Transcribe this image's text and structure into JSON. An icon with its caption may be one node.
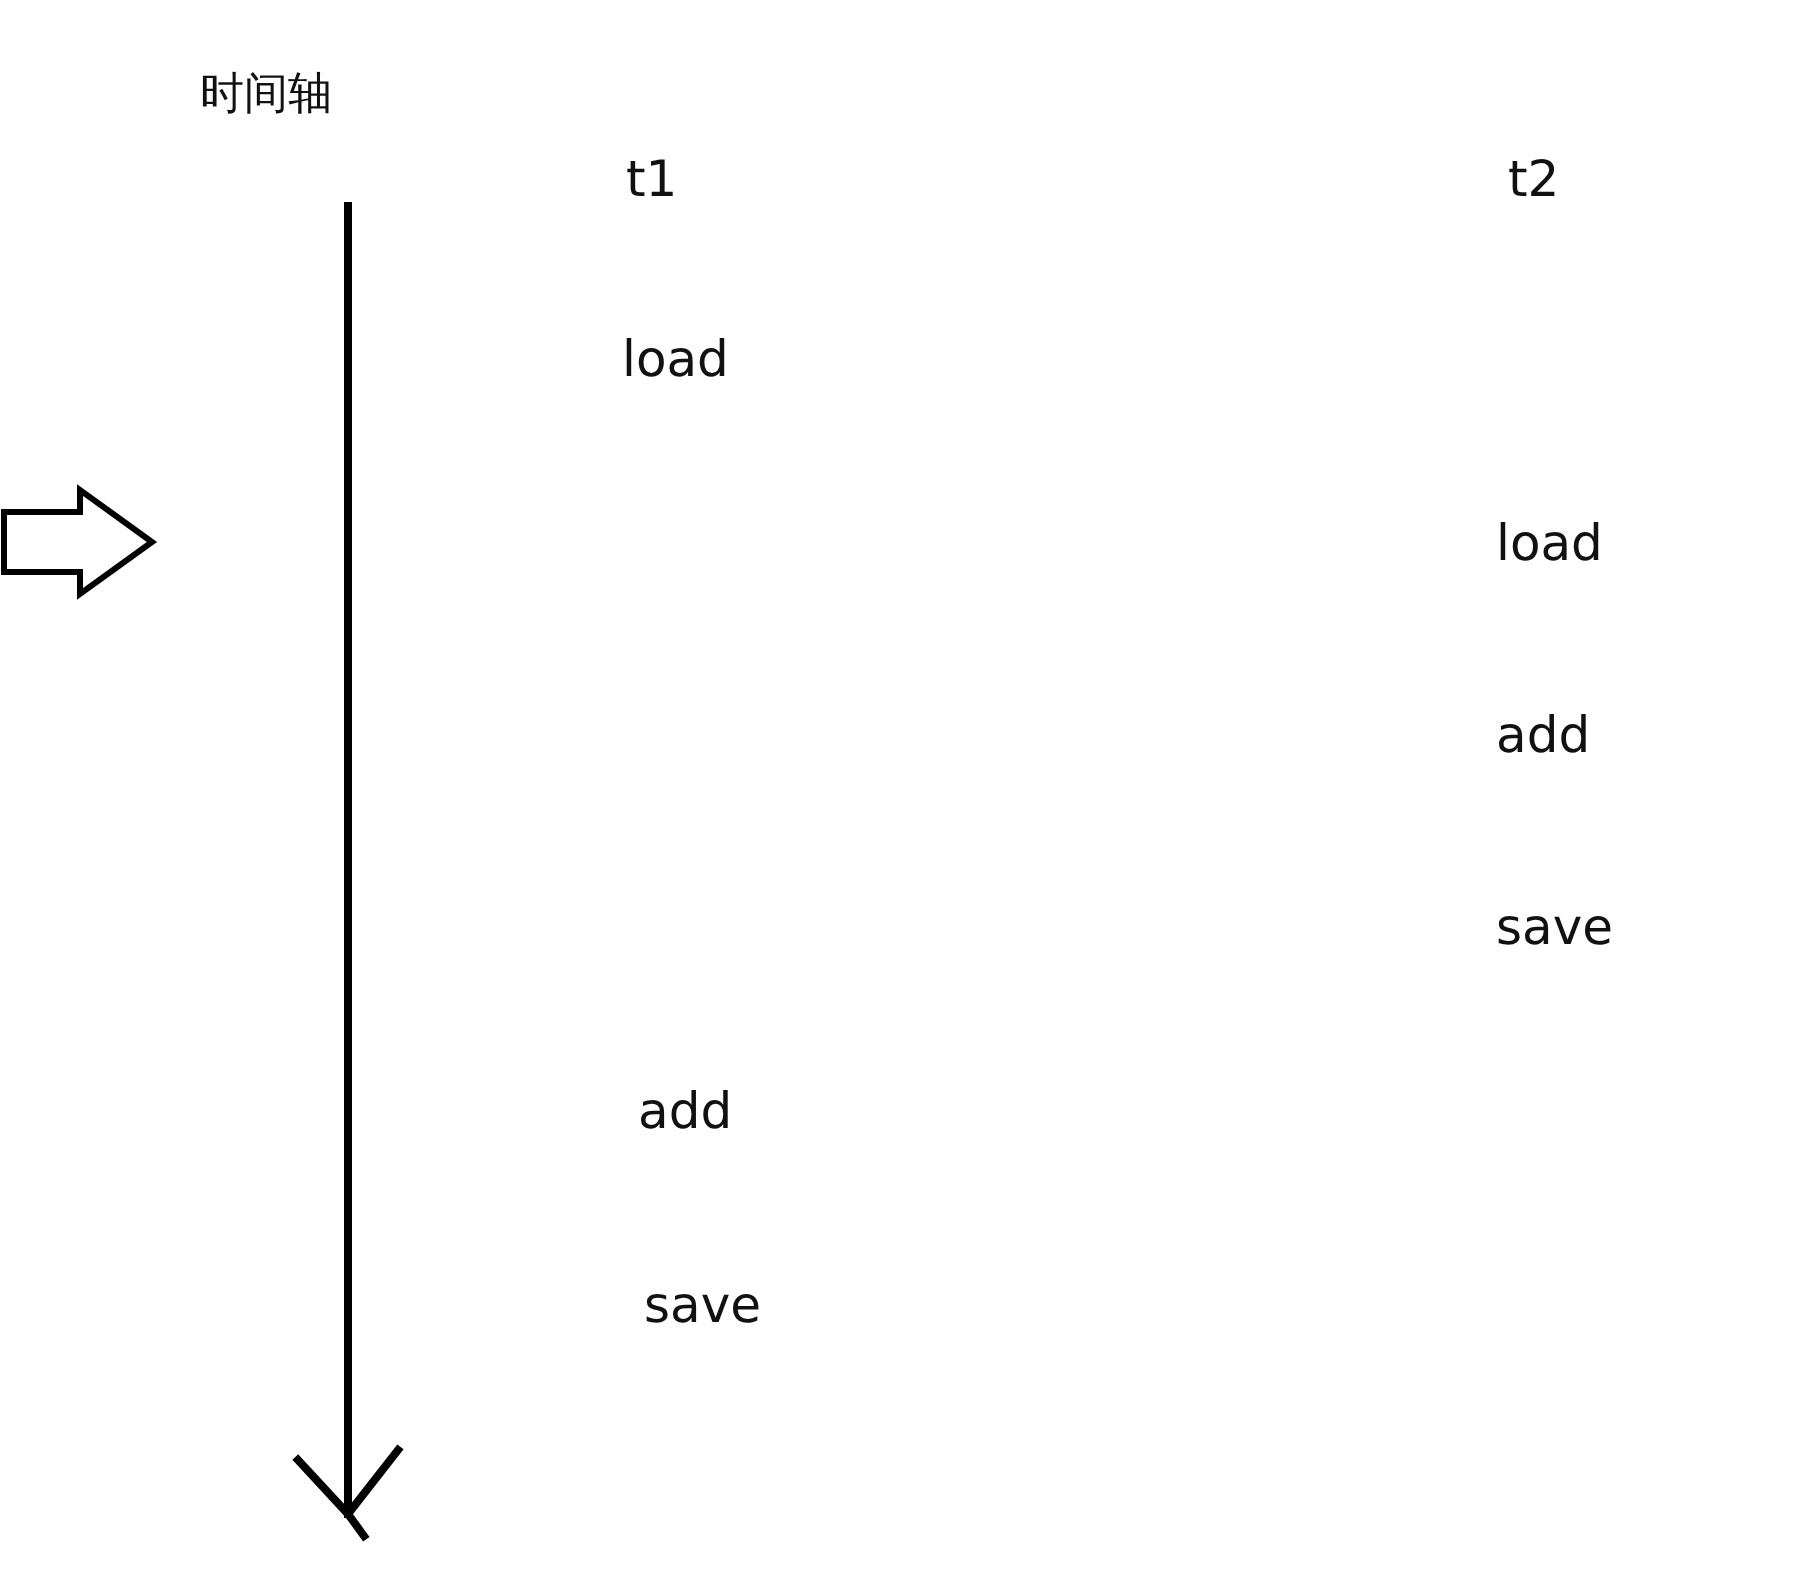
{
  "diagram": {
    "labels": [
      "时间轴",
      "t1",
      "t2",
      "load",
      "load",
      "add",
      "save",
      "add",
      "save"
    ]
  }
}
